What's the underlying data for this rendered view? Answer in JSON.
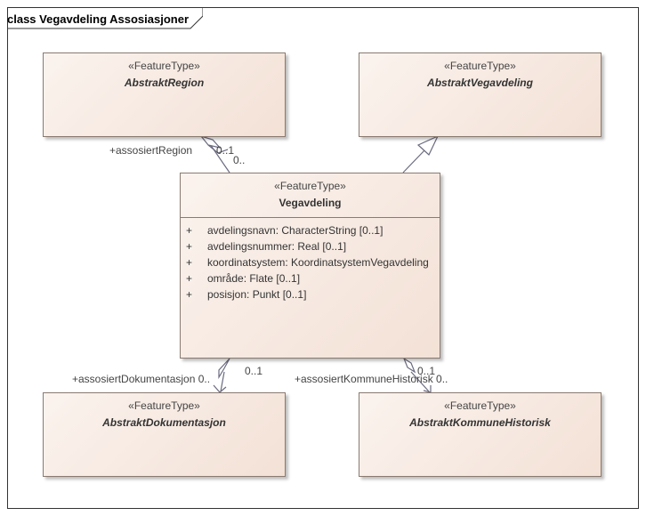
{
  "diagram": {
    "title": "class Vegavdeling Assosiasjoner"
  },
  "classes": {
    "abstrakt_region": {
      "stereotype": "«FeatureType»",
      "name": "AbstraktRegion"
    },
    "abstrakt_vegavdeling": {
      "stereotype": "«FeatureType»",
      "name": "AbstraktVegavdeling"
    },
    "vegavdeling": {
      "stereotype": "«FeatureType»",
      "name": "Vegavdeling",
      "attributes": [
        {
          "visibility": "+",
          "text": "avdelingsnavn: CharacterString [0..1]"
        },
        {
          "visibility": "+",
          "text": "avdelingsnummer: Real [0..1]"
        },
        {
          "visibility": "+",
          "text": "koordinatsystem: KoordinatsystemVegavdeling"
        },
        {
          "visibility": "+",
          "text": "område: Flate [0..1]"
        },
        {
          "visibility": "+",
          "text": "posisjon: Punkt [0..1]"
        }
      ]
    },
    "abstrakt_dokumentasjon": {
      "stereotype": "«FeatureType»",
      "name": "AbstraktDokumentasjon"
    },
    "abstrakt_kommune_historisk": {
      "stereotype": "«FeatureType»",
      "name": "AbstraktKommuneHistorisk"
    }
  },
  "associations": {
    "region": {
      "role": "+assosiertRegion",
      "mult_target": "0..1",
      "mult_source": "0.."
    },
    "dokumentasjon": {
      "role": "+assosiertDokumentasjon 0..",
      "mult_source": "0..1"
    },
    "kommune": {
      "role": "+assosiertKommuneHistorisk 0..",
      "mult_source": "0..1"
    }
  }
}
